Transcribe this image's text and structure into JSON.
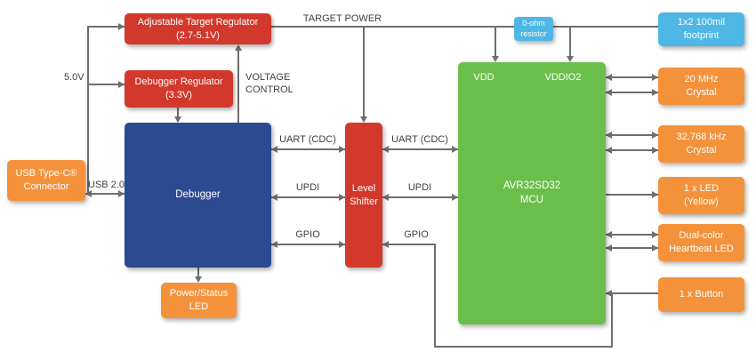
{
  "diagram": {
    "nodes": {
      "adj_reg": "Adjustable Target Regulator\n(2.7-5.1V)",
      "dbg_reg": "Debugger Regulator\n(3.3V)",
      "usb": "USB Type-C®\nConnector",
      "debugger": "Debugger",
      "level_shifter": "Level\nShifter",
      "mcu": "AVR32SD32\nMCU",
      "resistor": "0-ohm\nresistor",
      "footprint": "1x2 100mil\nfootprint",
      "crystal_20mhz": "20 MHz\nCrystal",
      "crystal_32khz": "32.768 kHz\nCrystal",
      "led_yellow": "1 x LED\n(Yellow)",
      "heartbeat_led": "Dual-color\nHeartbeat LED",
      "button": "1 x Button",
      "power_led": "Power/Status\nLED"
    },
    "edge_labels": {
      "target_power": "TARGET POWER",
      "v5": "5.0V",
      "usb2": "USB 2.0",
      "voltage_control": "VOLTAGE\nCONTROL",
      "uart_left": "UART (CDC)",
      "uart_right": "UART (CDC)",
      "updi_left": "UPDI",
      "updi_right": "UPDI",
      "gpio_left": "GPIO",
      "gpio_right": "GPIO",
      "vdd": "VDD",
      "vddio2": "VDDIO2"
    },
    "colors": {
      "regulator_red": "#d2382c",
      "debugger_blue": "#2c4a92",
      "mcu_green": "#6abf4b",
      "peripheral_orange": "#f4923b",
      "footprint_cyan": "#4db7e5",
      "wire_gray": "#6d6e71"
    }
  }
}
